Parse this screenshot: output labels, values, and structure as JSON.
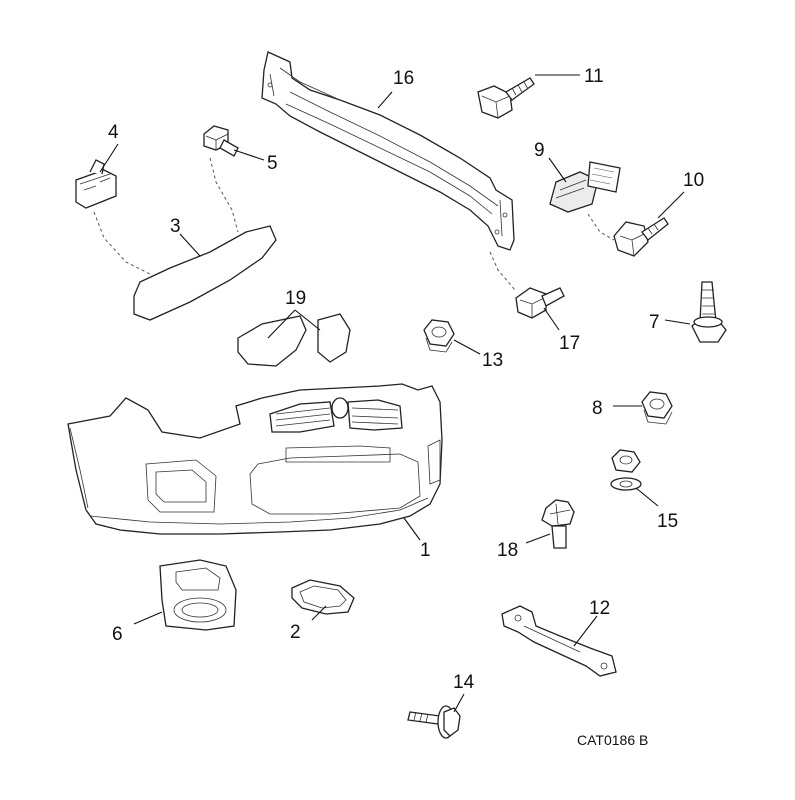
{
  "reference_code": "CAT0186 B",
  "callouts": {
    "p1": "1",
    "p2": "2",
    "p3": "3",
    "p4": "4",
    "p5": "5",
    "p6": "6",
    "p7": "7",
    "p8": "8",
    "p9": "9",
    "p10": "10",
    "p11": "11",
    "p12": "12",
    "p13": "13",
    "p14": "14",
    "p15": "15",
    "p16": "16",
    "p17": "17",
    "p18": "18",
    "p19": "19"
  }
}
